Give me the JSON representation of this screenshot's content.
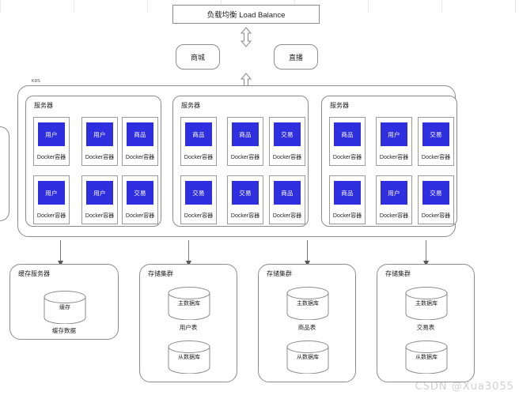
{
  "diagram": {
    "watermark": "CSDN @Xua3055",
    "accent_color": "#2f2fe0",
    "line_color": "#8c8c8c",
    "background": "#ffffff"
  },
  "load_balancer": {
    "label": "负载均衡 Load Balance"
  },
  "apps": [
    {
      "label": "商城"
    },
    {
      "label": "直播"
    }
  ],
  "k8s": {
    "label": "K8S",
    "servers": [
      {
        "label": "服务器",
        "containers": [
          {
            "service": "用户",
            "label": "Docker容器"
          },
          {
            "service": "用户",
            "label": "Docker容器"
          },
          {
            "service": "商品",
            "label": "Docker容器"
          },
          {
            "service": "用户",
            "label": "Docker容器"
          },
          {
            "service": "用户",
            "label": "Docker容器"
          },
          {
            "service": "交易",
            "label": "Docker容器"
          }
        ]
      },
      {
        "label": "服务器",
        "containers": [
          {
            "service": "商品",
            "label": "Docker容器"
          },
          {
            "service": "商品",
            "label": "Docker容器"
          },
          {
            "service": "交易",
            "label": "Docker容器"
          },
          {
            "service": "交易",
            "label": "Docker容器"
          },
          {
            "service": "交易",
            "label": "Docker容器"
          },
          {
            "service": "商品",
            "label": "Docker容器"
          }
        ]
      },
      {
        "label": "服务器",
        "containers": [
          {
            "service": "商品",
            "label": "Docker容器"
          },
          {
            "service": "用户",
            "label": "Docker容器"
          },
          {
            "service": "交易",
            "label": "Docker容器"
          },
          {
            "service": "商品",
            "label": "Docker容器"
          },
          {
            "service": "用户",
            "label": "Docker容器"
          },
          {
            "service": "交易",
            "label": "Docker容器"
          }
        ]
      }
    ]
  },
  "storage": {
    "cache": {
      "title": "缓存服务器",
      "cylinder": "缓存",
      "caption": "缓存数据"
    },
    "clusters": [
      {
        "title": "存储集群",
        "primary": "主数据库",
        "caption": "用户表",
        "replica": "从数据库"
      },
      {
        "title": "存储集群",
        "primary": "主数据库",
        "caption": "商品表",
        "replica": "从数据库"
      },
      {
        "title": "存储集群",
        "primary": "主数据库",
        "caption": "交易表",
        "replica": "从数据库"
      }
    ]
  }
}
